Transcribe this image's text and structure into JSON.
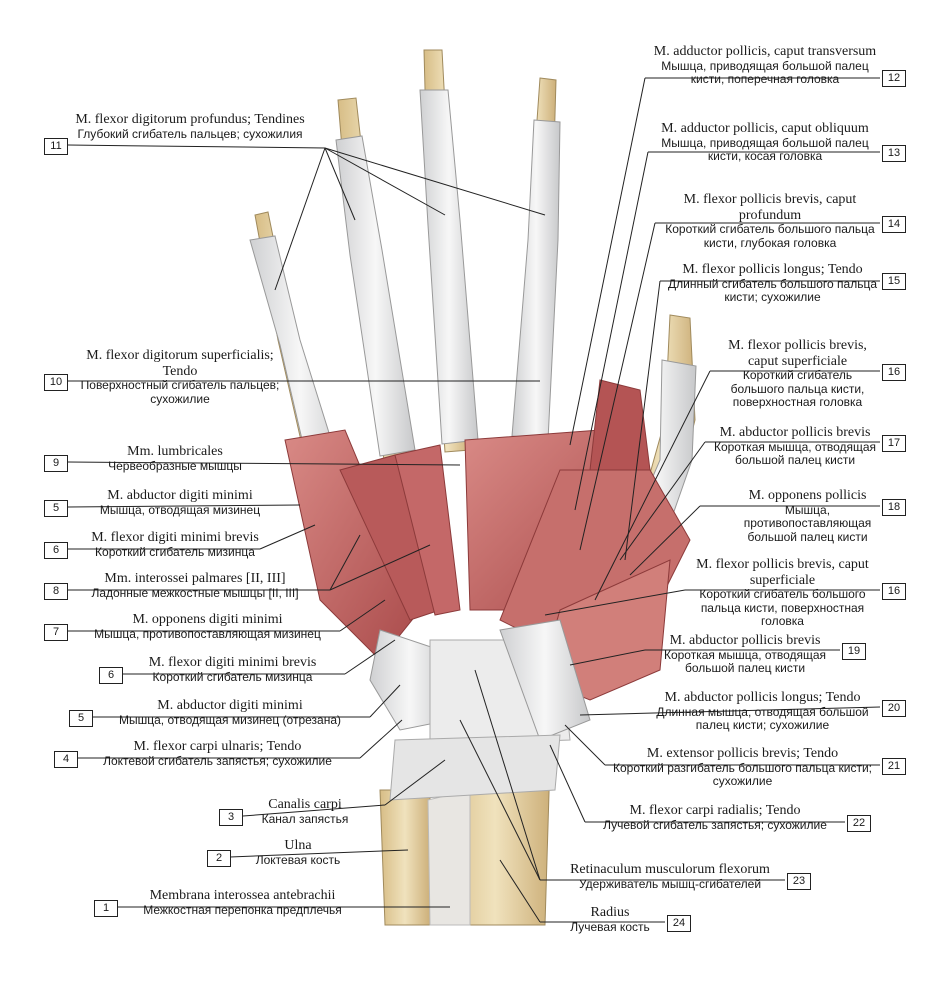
{
  "labels": [
    {
      "num": "1",
      "latin": "Membrana interossea antebrachii",
      "russian": "Межкостная перепонка предплечья"
    },
    {
      "num": "2",
      "latin": "Ulna",
      "russian": "Локтевая кость"
    },
    {
      "num": "3",
      "latin": "Canalis carpi",
      "russian": "Канал запястья"
    },
    {
      "num": "4",
      "latin": "M. flexor carpi ulnaris; Tendo",
      "russian": "Локтевой сгибатель запястья; сухожилие"
    },
    {
      "num": "5",
      "latin": "M. abductor digiti minimi",
      "russian": "Мышца, отводящая мизинец (отрезана)"
    },
    {
      "num": "6",
      "latin": "M. flexor digiti minimi brevis",
      "russian": "Короткий сгибатель мизинца"
    },
    {
      "num": "7",
      "latin": "M. opponens digiti minimi",
      "russian": "Мышца, противопоставляющая мизинец"
    },
    {
      "num": "8",
      "latin": "Mm. interossei palmares [II, III]",
      "russian": "Ладонные межкостные мышцы [II, III]"
    },
    {
      "num": "6",
      "latin": "M. flexor digiti minimi brevis",
      "russian": "Короткий сгибатель мизинца"
    },
    {
      "num": "5",
      "latin": "M. abductor digiti minimi",
      "russian": "Мышца, отводящая мизинец"
    },
    {
      "num": "9",
      "latin": "Mm. lumbricales",
      "russian": "Червеобразные мышцы"
    },
    {
      "num": "10",
      "latin": "M. flexor digitorum superficialis; Tendo",
      "russian": "Поверхностный сгибатель пальцев; сухожилие"
    },
    {
      "num": "11",
      "latin": "M. flexor digitorum profundus; Tendines",
      "russian": "Глубокий сгибатель пальцев; сухожилия"
    },
    {
      "num": "12",
      "latin": "M. adductor pollicis, caput transversum",
      "russian": "Мышца, приводящая большой палец кисти, поперечная головка"
    },
    {
      "num": "13",
      "latin": "M. adductor pollicis, caput obliquum",
      "russian": "Мышца, приводящая большой палец кисти, косая головка"
    },
    {
      "num": "14",
      "latin": "M. flexor pollicis brevis, caput profundum",
      "russian": "Короткий сгибатель большого пальца кисти, глубокая головка"
    },
    {
      "num": "15",
      "latin": "M. flexor pollicis longus; Tendo",
      "russian": "Длинный сгибатель большого пальца кисти; сухожилие"
    },
    {
      "num": "16",
      "latin": "M. flexor pollicis brevis, caput superficiale",
      "russian": "Короткий сгибатель большого пальца кисти, поверхностная головка"
    },
    {
      "num": "17",
      "latin": "M. abductor pollicis brevis",
      "russian": "Короткая мышца, отводящая большой палец кисти"
    },
    {
      "num": "18",
      "latin": "M. opponens pollicis",
      "russian": "Мышца, противопоставляющая большой палец кисти"
    },
    {
      "num": "16",
      "latin": "M. flexor pollicis brevis, caput superficiale",
      "russian": "Короткий сгибатель большого пальца кисти, поверхностная головка"
    },
    {
      "num": "19",
      "latin": "M. abductor pollicis brevis",
      "russian": "Короткая мышца, отводящая большой палец кисти"
    },
    {
      "num": "20",
      "latin": "M. abductor pollicis longus; Tendo",
      "russian": "Длинная мышца, отводящая большой палец кисти; сухожилие"
    },
    {
      "num": "21",
      "latin": "M. extensor pollicis brevis; Tendo",
      "russian": "Короткий разгибатель большого пальца кисти; сухожилие"
    },
    {
      "num": "22",
      "latin": "M. flexor carpi radialis; Tendo",
      "russian": "Лучевой сгибатель запястья; сухожилие"
    },
    {
      "num": "23",
      "latin": "Retinaculum musculorum flexorum",
      "russian": "Удерживатель мышц-сгибателей"
    },
    {
      "num": "24",
      "latin": "Radius",
      "russian": "Лучевая кость"
    }
  ],
  "colors": {
    "muscle": "#c96b6b",
    "muscle_dark": "#a84848",
    "tendon": "#eceae6",
    "bone": "#e6d3a8",
    "line": "#222222"
  }
}
